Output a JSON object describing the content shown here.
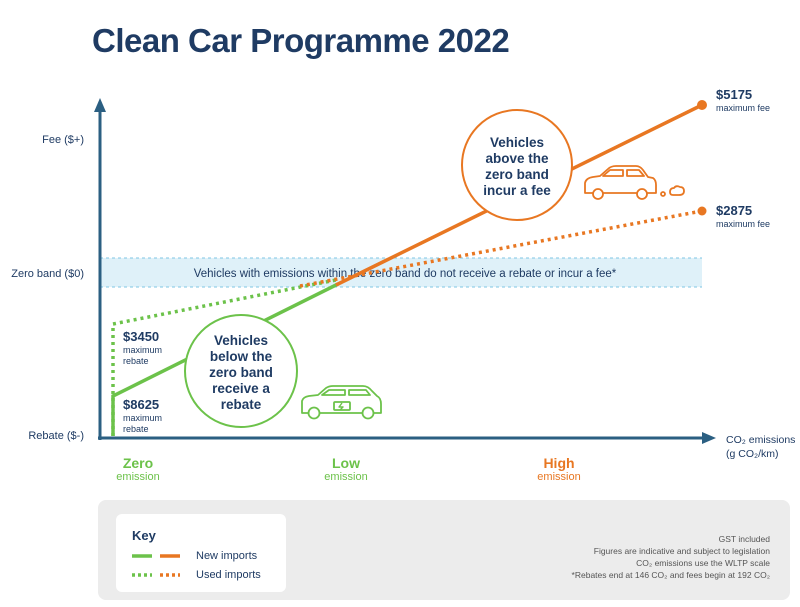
{
  "title": "Clean Car Programme 2022",
  "axes": {
    "y_fee": "Fee ($+)",
    "y_zero": "Zero band ($0)",
    "y_rebate": "Rebate ($-)",
    "x_label_line1": "CO₂ emissions",
    "x_label_line2": "(g CO₂/km)"
  },
  "zero_band_text": "Vehicles with emissions within the zero band do not receive a rebate or incur a fee*",
  "categories": [
    {
      "top": "Zero",
      "bottom": "emission",
      "color": "#6cc24a"
    },
    {
      "top": "Low",
      "bottom": "emission",
      "color": "#6cc24a"
    },
    {
      "top": "High",
      "bottom": "emission",
      "color": "#e87722"
    }
  ],
  "bubbles": {
    "above": [
      "Vehicles",
      "above the",
      "zero band",
      "incur a fee"
    ],
    "below": [
      "Vehicles",
      "below the",
      "zero band",
      "receive a",
      "rebate"
    ]
  },
  "amounts": {
    "new_fee": {
      "value": "$5175",
      "sub": "maximum fee"
    },
    "used_fee": {
      "value": "$2875",
      "sub": "maximum fee"
    },
    "used_rebate": {
      "value": "$3450",
      "sub1": "maximum",
      "sub2": "rebate"
    },
    "new_rebate": {
      "value": "$8625",
      "sub1": "maximum",
      "sub2": "rebate"
    }
  },
  "key": {
    "title": "Key",
    "new_imports": "New imports",
    "used_imports": "Used imports"
  },
  "notes": [
    "GST included",
    "Figures are indicative and subject to legislation",
    "CO₂ emissions use the WLTP scale",
    "*Rebates end at 146 CO₂ and fees begin at 192 CO₂"
  ],
  "colors": {
    "navy": "#1f3b63",
    "teal": "#2b5f82",
    "green": "#6cc24a",
    "orange": "#e87722",
    "zero_band_fill": "#dff1f9"
  },
  "icons": [
    "electric-car-icon",
    "petrol-car-icon"
  ]
}
